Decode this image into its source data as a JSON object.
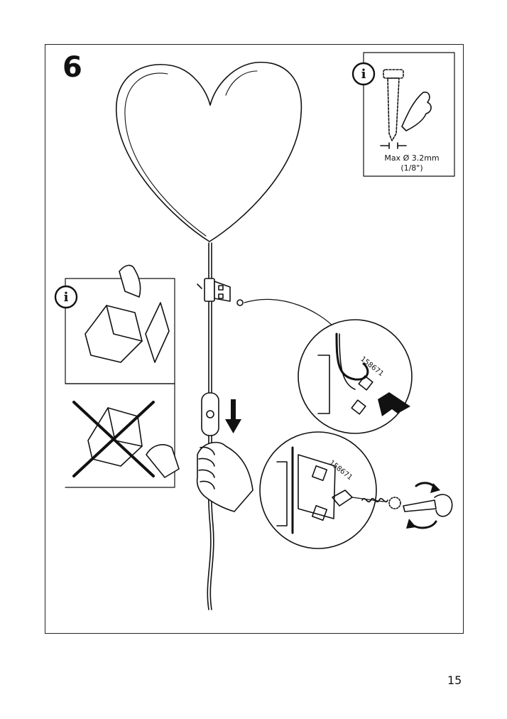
{
  "step": {
    "number": "6"
  },
  "info_box": {
    "icon": "info-icon",
    "spec_line1": "Max Ø 3.2mm",
    "spec_line2": "(1/8\")"
  },
  "detail_callouts": {
    "part_code_top": "158671",
    "part_code_bottom": "158671"
  },
  "page": {
    "number": "15"
  }
}
